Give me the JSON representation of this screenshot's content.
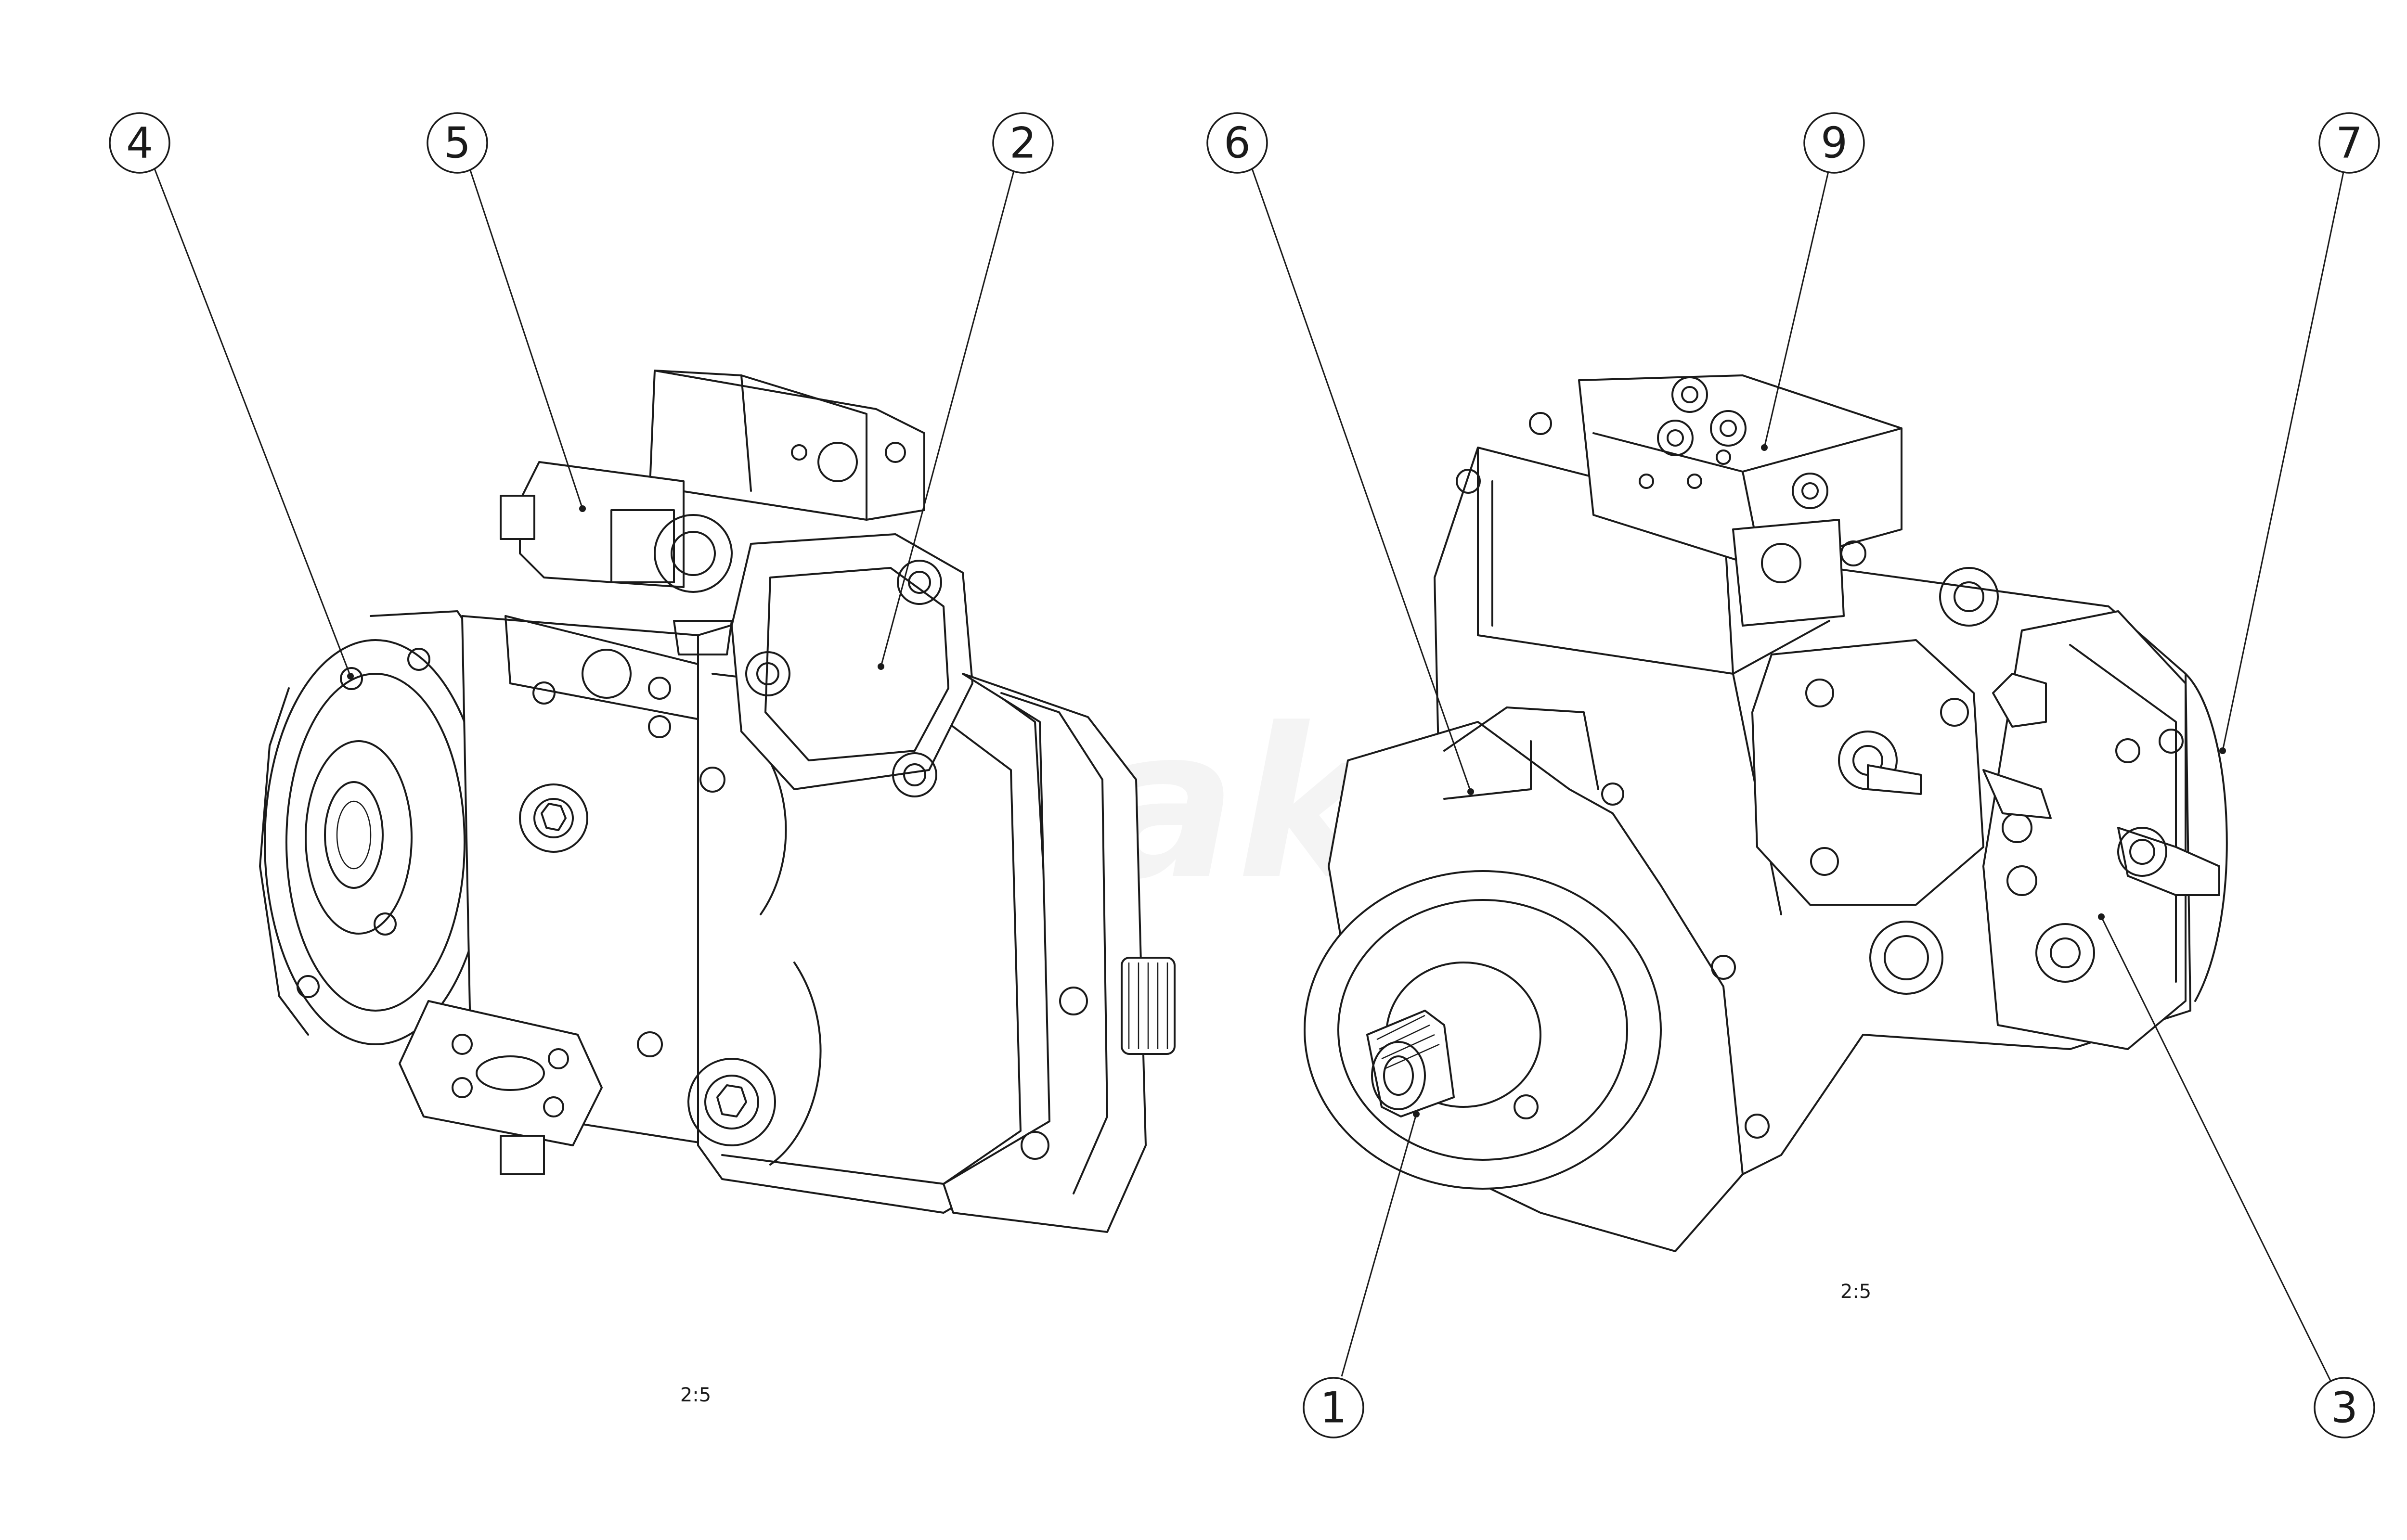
{
  "balloons": [
    {
      "label": "4"
    },
    {
      "label": "5"
    },
    {
      "label": "2"
    },
    {
      "label": "6"
    },
    {
      "label": "9"
    },
    {
      "label": "7"
    },
    {
      "label": "1"
    },
    {
      "label": "3"
    }
  ],
  "views": [
    {
      "scale": "2:5"
    },
    {
      "scale": "2:5"
    }
  ],
  "watermark": "Vihakoo"
}
